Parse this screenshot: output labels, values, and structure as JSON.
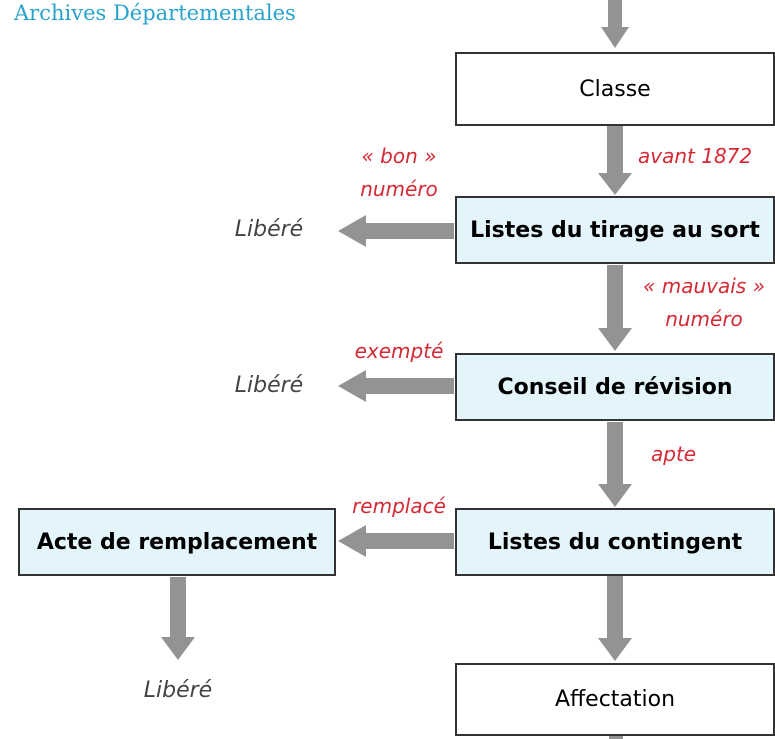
{
  "header": {
    "title": "Archives Départementales"
  },
  "colors": {
    "header": "#29a3cc",
    "red": "#d42a35",
    "grey_text": "#444444",
    "arrow": "#939393"
  },
  "boxes": {
    "classe": "Classe",
    "tirage": "Listes du tirage au sort",
    "conseil": "Conseil de révision",
    "contingent": "Listes du contingent",
    "remplacement": "Acte de remplacement",
    "affectation": "Affectation"
  },
  "labels": {
    "avant_1872": "avant 1872",
    "bon_line1": "« bon »",
    "bon_line2": "numéro",
    "mauvais_line1": "« mauvais »",
    "mauvais_line2": "numéro",
    "exempte": "exempté",
    "apte": "apte",
    "remplace": "remplacé"
  },
  "outcomes": {
    "libere": "Libéré"
  }
}
